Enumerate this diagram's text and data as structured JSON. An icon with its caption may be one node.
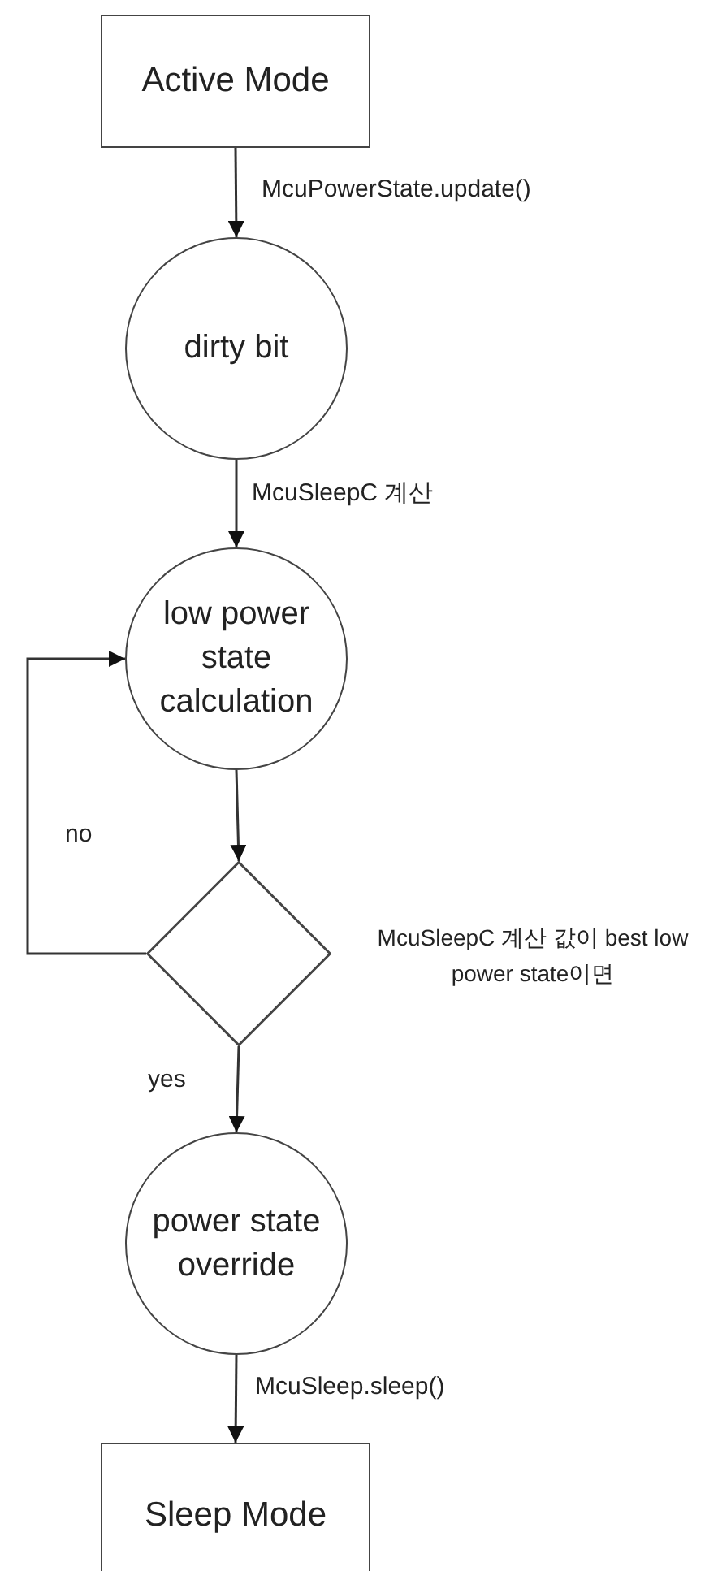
{
  "diagram": {
    "nodes": [
      {
        "text": [
          "Active Mode"
        ]
      },
      {
        "text": [
          "dirty bit"
        ]
      },
      {
        "text": [
          "low power state calculation"
        ]
      },
      {
        "text": [],
        "shape": "diamond",
        "beside": [
          "McuSleepC 계산 값이 best low power state이면"
        ]
      },
      {
        "text": [
          "power state override"
        ]
      },
      {
        "text": [
          "Sleep Mode"
        ]
      }
    ],
    "edges": [
      {
        "from": 0,
        "to": 1,
        "arrow": "to",
        "label": "McuPowerState.update()"
      },
      {
        "from": 1,
        "to": 2,
        "arrow": "to",
        "label": "McuSleepC 계산"
      },
      {
        "from": 2,
        "to": 3,
        "arrow": "to"
      },
      {
        "from": 3,
        "to": 2,
        "arrow": "to",
        "label": "no"
      },
      {
        "from": 3,
        "to": 4,
        "arrow": "to",
        "label": "yes"
      },
      {
        "from": 4,
        "to": 5,
        "arrow": "to",
        "label": "McuSleep.sleep()"
      }
    ]
  }
}
